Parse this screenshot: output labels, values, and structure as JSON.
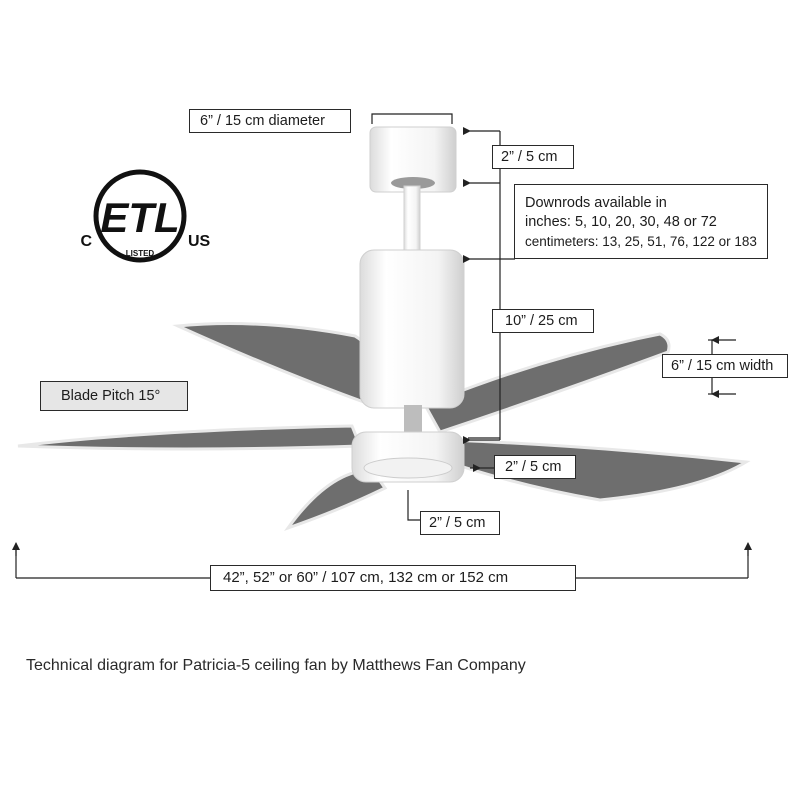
{
  "labels": {
    "canopy_diameter": "6” / 15 cm diameter",
    "canopy_height": "2” / 5 cm",
    "downrods_title": "Downrods available in",
    "downrods_inches": "inches: 5, 10, 20, 30, 48 or 72",
    "downrods_cm": "centimeters: 13, 25, 51, 76, 122 or 183",
    "overall_height": "10” / 25 cm",
    "blade_width": "6” / 15 cm width",
    "blade_pitch": "Blade Pitch 15°",
    "light_height": "2” / 5 cm",
    "light_offset": "2” / 5 cm",
    "fan_span": "42”, 52” or 60” / 107 cm, 132 cm or 152 cm"
  },
  "logo": {
    "mark": "ETL",
    "left_text": "C",
    "right_text": "US",
    "sub_text": "LISTED"
  },
  "caption": "Technical diagram for Patricia-5 ceiling fan by Matthews Fan Company",
  "colors": {
    "blade": "#6e6e6e",
    "blade_edge": "#e8e8e8",
    "body": "#ffffff",
    "line": "#222222",
    "blade_pitch_box": "#e6e6e6"
  }
}
